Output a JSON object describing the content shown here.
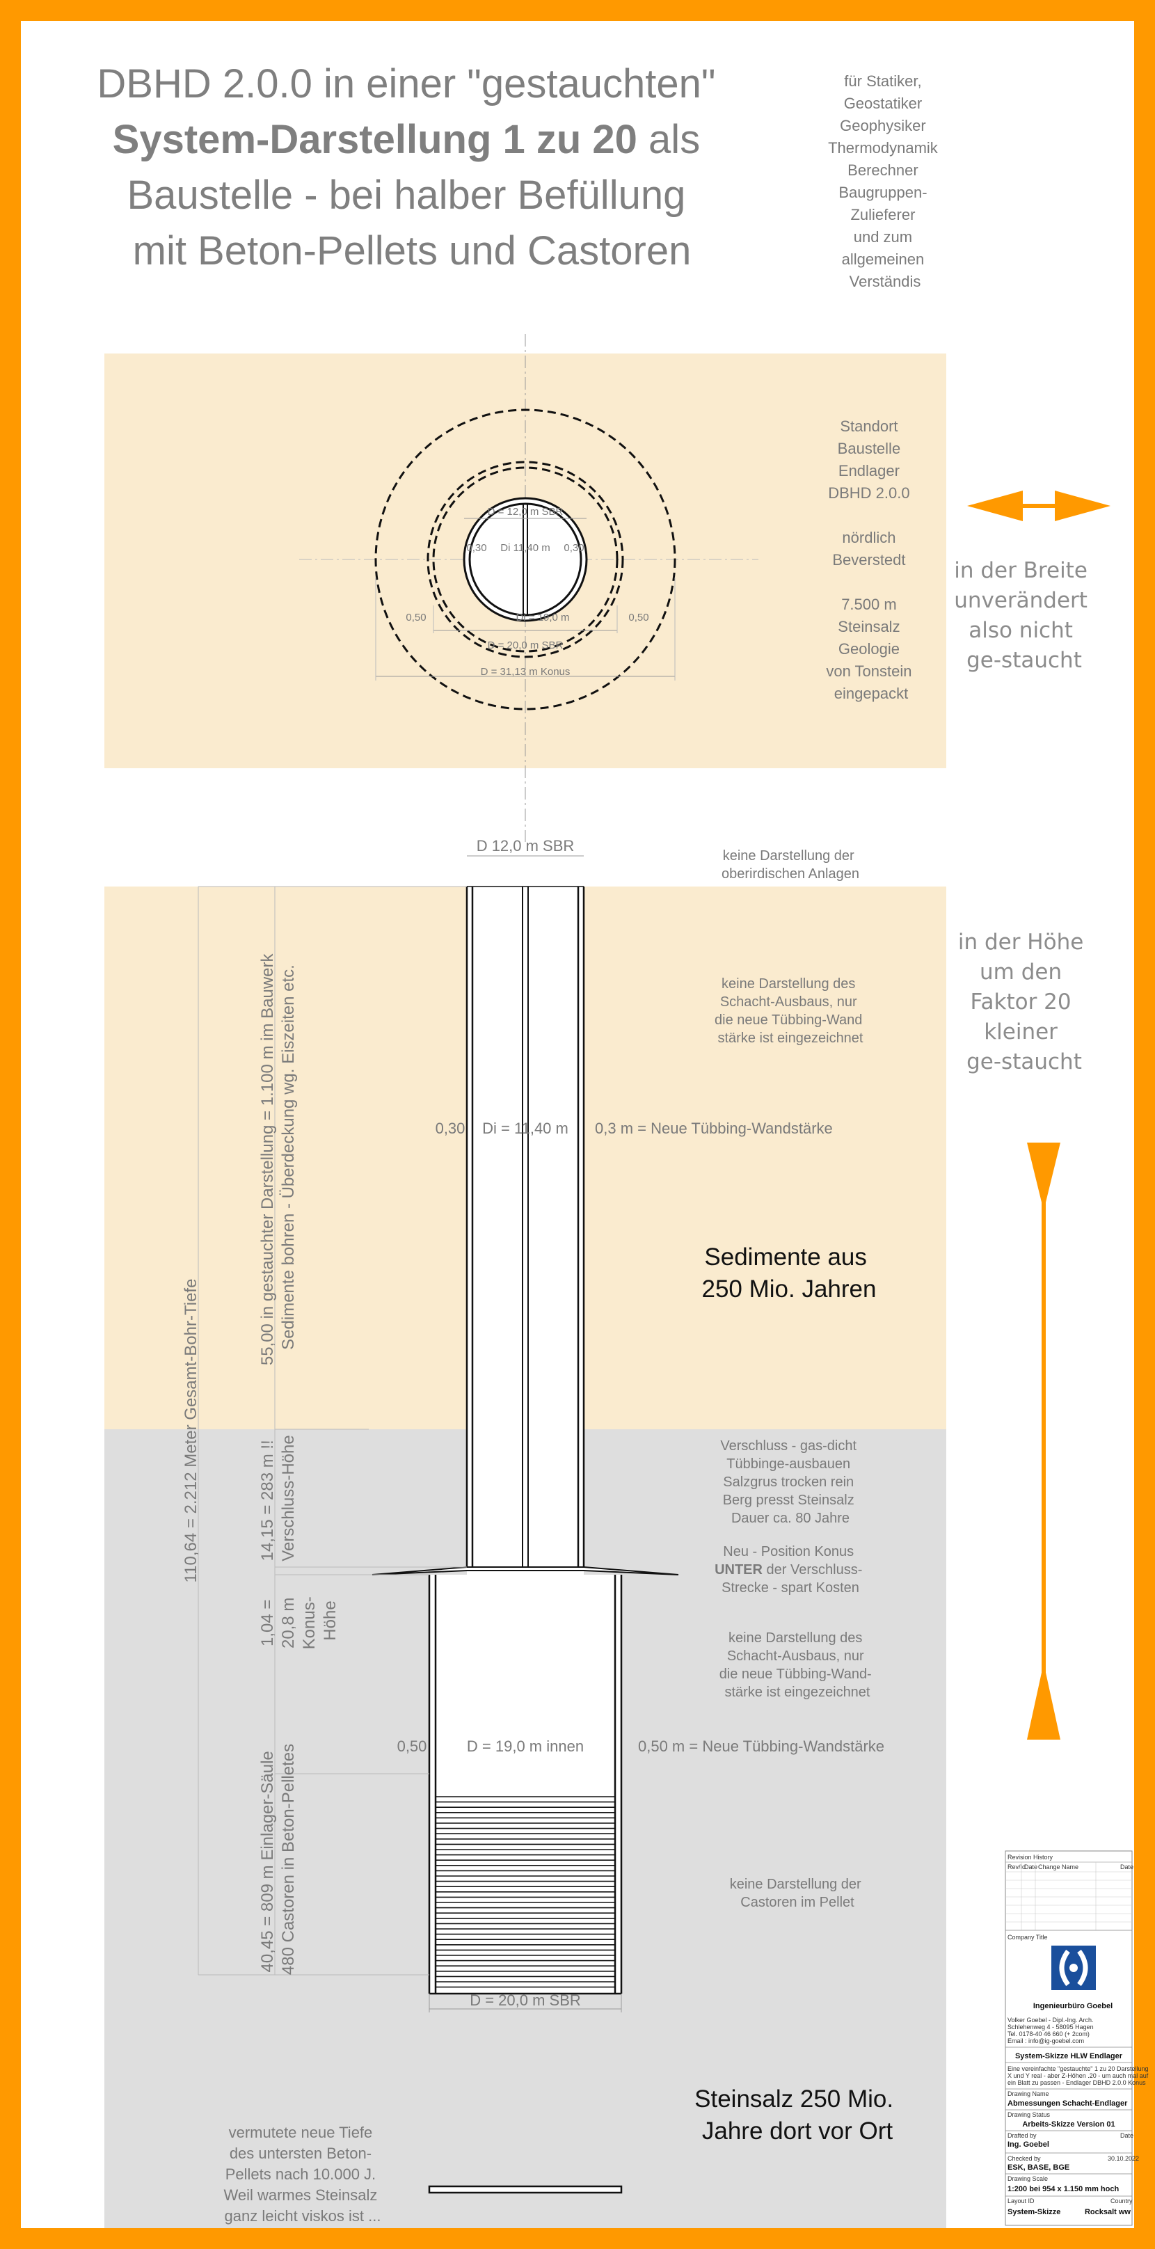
{
  "header": {
    "title_lines": [
      "DBHD 2.0.0 in einer \"gestauchten\"",
      "System-Darstellung 1 zu 20",
      " als",
      "Baustelle - bei halber Befüllung",
      "mit Beton-Pellets und Castoren"
    ],
    "audience_lines": [
      "für Statiker,",
      "Geostatiker",
      "Geophysiker",
      "Thermodynamik",
      "Berechner",
      "Baugruppen-",
      "Zulieferer",
      "und zum",
      "allgemeinen",
      "Verständis"
    ]
  },
  "plan_view": {
    "labels": {
      "d_inner_sbr": "D = 12,0 m SBR",
      "di_inner": "Di 11,40 m",
      "wall_inner": "0,30",
      "d_outer_sbr": "D = 20,0 m SBR",
      "di_outer": "Di = 19,0 m",
      "wall_outer": "0,50",
      "d_cone": "D = 31,13 m Konus"
    },
    "location_lines": [
      "Standort",
      "Baustelle",
      "Endlager",
      "DBHD 2.0.0",
      "",
      "nördlich",
      "Beverstedt",
      "",
      "7.500 m",
      "Steinsalz",
      "Geologie",
      "von Tonstein",
      "eingepackt"
    ]
  },
  "width_note": {
    "icon": "double-arrow-horizontal-icon",
    "lines": [
      "in der Breite",
      "unverändert",
      "also nicht",
      "ge-staucht"
    ]
  },
  "height_note": {
    "lines": [
      "in der Höhe",
      "um den",
      "Faktor 20",
      "kleiner",
      "ge-staucht"
    ],
    "icon": "double-arrow-vertical-icon"
  },
  "section": {
    "top_dim": "D 12,0 m SBR",
    "note_above_ground": [
      "keine Darstellung der",
      "oberirdischen Anlagen"
    ],
    "note_upper_lining": [
      "keine Darstellung des",
      "Schacht-Ausbaus, nur",
      "die neue Tübbing-Wand",
      "stärke ist eingezeichnet"
    ],
    "upper_wall_label": "0,30",
    "upper_di_label": "Di = 11,40 m",
    "upper_wall_note": "0,3 m = Neue Tübbing-Wandstärke",
    "sediments": [
      "Sedimente aus",
      "250 Mio. Jahren"
    ],
    "seal_note": [
      "Verschluss - gas-dicht",
      "Tübbinge-ausbauen",
      "Salzgrus trocken rein",
      "Berg presst Steinsalz",
      "Dauer ca. 80 Jahre"
    ],
    "cone_note": [
      "Neu - Position Konus",
      "UNTER",
      " der Verschluss-",
      "Strecke - spart Kosten"
    ],
    "lower_lining_note": [
      "keine Darstellung des",
      "Schacht-Ausbaus, nur",
      "die neue Tübbing-Wand-",
      "stärke ist eingezeichnet"
    ],
    "lower_wall_label": "0,50",
    "lower_d_label": "D = 19,0 m innen",
    "lower_wall_note": "0,50 m = Neue Tübbing-Wandstärke",
    "castor_note": [
      "keine Darstellung der",
      "Castoren im Pellet"
    ],
    "bottom_dim": "D = 20,0 m SBR",
    "salt": [
      "Steinsalz 250 Mio.",
      "Jahre dort vor Ort"
    ],
    "depth_note": [
      "vermutete neue Tiefe",
      "des untersten Beton-",
      "Pellets nach 10.000 J.",
      "Weil warmes Steinsalz",
      "ganz leicht viskos ist ..."
    ],
    "vertical_labels": {
      "total_depth": "110,64 = 2.212 Meter Gesamt-Bohr-Tiefe",
      "sed_1": "55,00 in gestauchter Darstellung = 1.100 m im Bauwerk",
      "sed_2": "Sedimente bohren - Überdeckung wg. Eiszeiten etc.",
      "seal_1": "14,15 = 283 m !!",
      "seal_2": "Verschluss-Höhe",
      "cone_1": "1,04 =",
      "cone_2": "20,8 m",
      "cone_3": "Konus-",
      "cone_4": "Höhe",
      "column_1": "40,45 = 809 m Einlager-Säule",
      "column_2": "480 Castoren in Beton-Pelletes"
    }
  },
  "title_block": {
    "revision_history": "Revision History",
    "rev_cols": [
      "Rev/Id",
      "Date",
      "Change Name",
      "Date"
    ],
    "company_title": "Company Title",
    "company": "Ingenieurbüro Goebel",
    "address_lines": [
      "Volker Goebel - Dipl.-Ing. Arch.",
      "Schlehenweg 4 - 58095 Hagen",
      "Tel. 0178-40 46 660 (+ 2com)",
      "Email : info@ig-goebel.com"
    ],
    "drawing_title": "System-Skizze HLW Endlager",
    "description_lines": [
      "Eine vereinfachte \"gestauchte\" 1 zu 20 Darstellung",
      "X und Y real - aber Z-Höhen .20 - um auch mal auf",
      "ein Blatt zu passen - Endlager DBHD 2.0.0 Konus"
    ],
    "drawing_name_label": "Drawing Name",
    "drawing_name": "Abmessungen Schacht-Endlager",
    "drawing_status_label": "Drawing Status",
    "drawing_status": "Arbeits-Skizze Version 01",
    "drafted_label": "Drafted by",
    "date_label": "Date",
    "drafted_by": "Ing. Goebel",
    "checked_label": "Checked by",
    "checked_by": "ESK, BASE, BGE",
    "checked_date": "30.10.2022",
    "scale_label": "Drawing Scale",
    "scale": "1:200 bei 954 x 1.150 mm hoch",
    "layout_label": "Layout ID",
    "country_label": "Country",
    "layout_id": "System-Skizze",
    "country": "Rocksalt ww"
  },
  "colors": {
    "frame": "#ff9900",
    "sediment": "#faebcf",
    "rock_salt": "#dedede",
    "arrow": "#ff9900",
    "logo_blue": "#1a4f9c"
  }
}
